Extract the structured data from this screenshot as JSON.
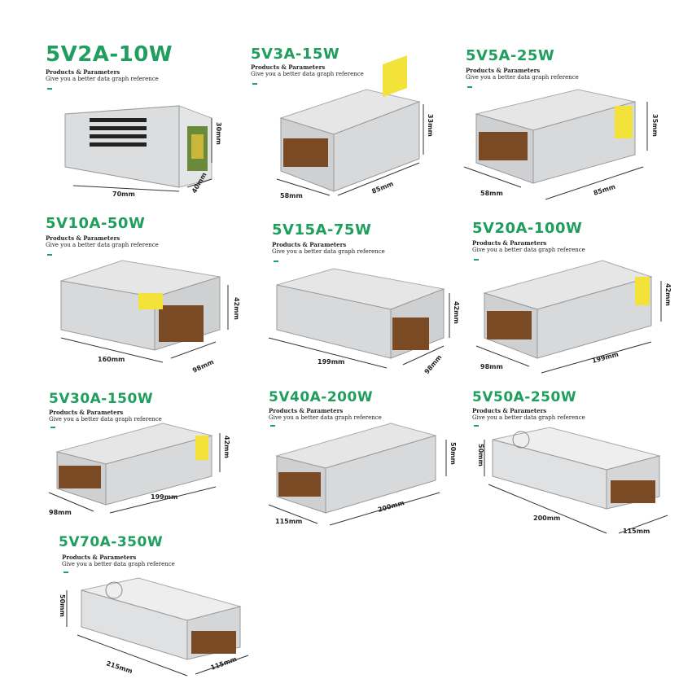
{
  "subtitle_line1": "Products & Parameters",
  "subtitle_line2": "Give you a better data graph reference",
  "products": [
    {
      "title": "5V2A-10W",
      "dims": [
        "70mm",
        "40mm",
        "30mm"
      ]
    },
    {
      "title": "5V3A-15W",
      "dims": [
        "58mm",
        "85mm",
        "33mm"
      ]
    },
    {
      "title": "5V5A-25W",
      "dims": [
        "58mm",
        "85mm",
        "35mm"
      ]
    },
    {
      "title": "5V10A-50W",
      "dims": [
        "160mm",
        "98mm",
        "42mm"
      ]
    },
    {
      "title": "5V15A-75W",
      "dims": [
        "199mm",
        "98mm",
        "42mm"
      ]
    },
    {
      "title": "5V20A-100W",
      "dims": [
        "98mm",
        "199mm",
        "42mm"
      ]
    },
    {
      "title": "5V30A-150W",
      "dims": [
        "98mm",
        "199mm",
        "42mm"
      ]
    },
    {
      "title": "5V40A-200W",
      "dims": [
        "115mm",
        "200mm",
        "50mm"
      ]
    },
    {
      "title": "5V50A-250W",
      "dims": [
        "200mm",
        "115mm",
        "50mm"
      ]
    },
    {
      "title": "5V70A-350W",
      "dims": [
        "215mm",
        "115mm",
        "50mm"
      ]
    }
  ],
  "colors": {
    "title": "#1f9e5e",
    "metal": "#d9dadb",
    "terminal": "#b8652a",
    "label": "#f2e23a"
  }
}
